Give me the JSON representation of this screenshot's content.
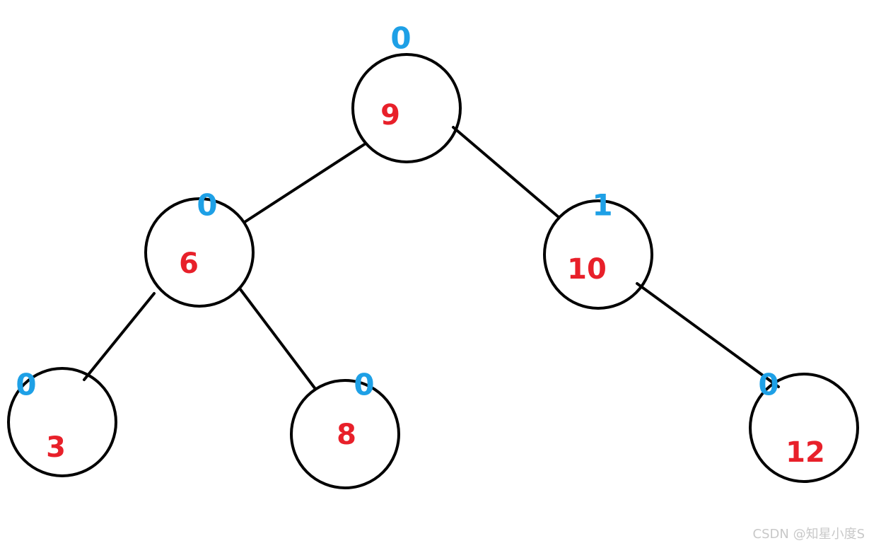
{
  "colors": {
    "node_value": "#e8202a",
    "balance_factor": "#1ea0e6",
    "stroke": "#000000"
  },
  "tree": {
    "nodes": [
      {
        "id": "n9",
        "value": "9",
        "balance": "0"
      },
      {
        "id": "n6",
        "value": "6",
        "balance": "0"
      },
      {
        "id": "n10",
        "value": "10",
        "balance": "1"
      },
      {
        "id": "n3",
        "value": "3",
        "balance": "0"
      },
      {
        "id": "n8",
        "value": "8",
        "balance": "0"
      },
      {
        "id": "n12",
        "value": "12",
        "balance": "0"
      }
    ],
    "edges": [
      {
        "from": "n9",
        "to": "n6"
      },
      {
        "from": "n9",
        "to": "n10"
      },
      {
        "from": "n6",
        "to": "n3"
      },
      {
        "from": "n6",
        "to": "n8"
      },
      {
        "from": "n10",
        "to": "n12"
      }
    ]
  },
  "watermark": "CSDN @知星小度S"
}
